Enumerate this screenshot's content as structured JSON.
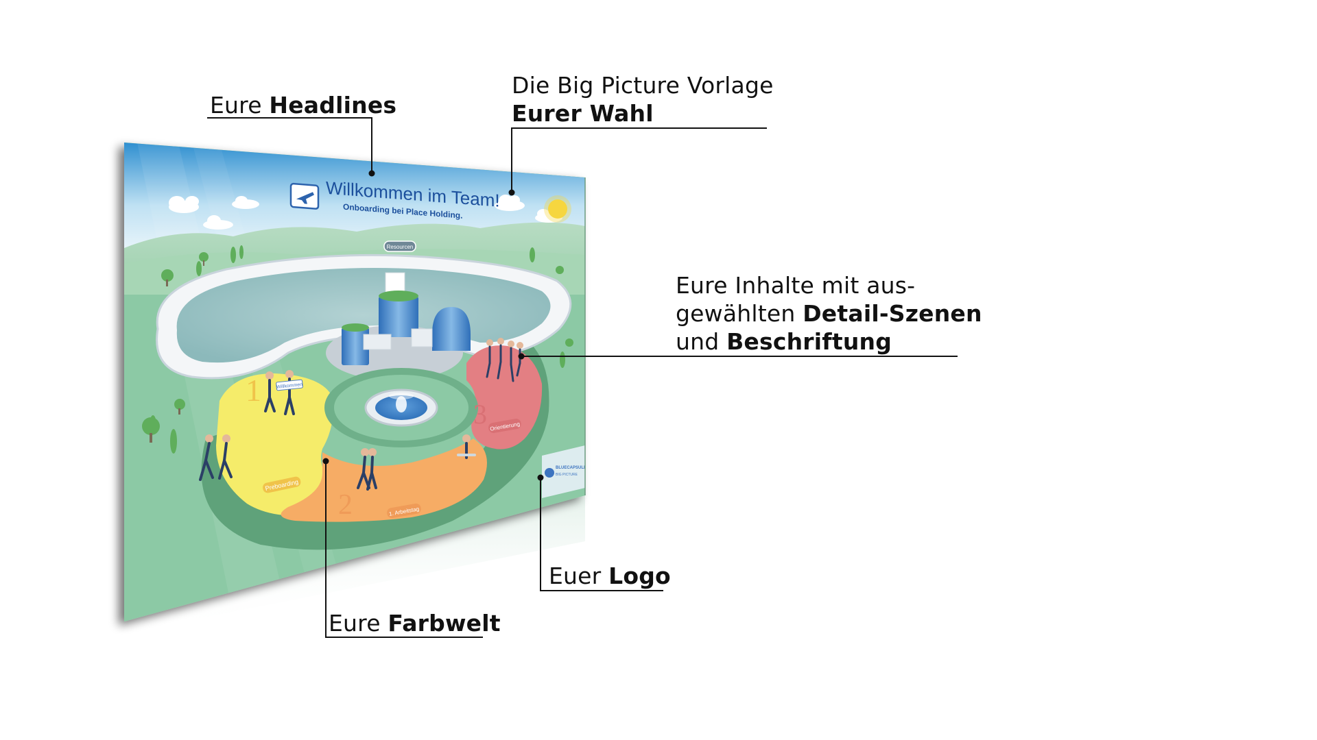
{
  "board": {
    "title": "Willkommen im Team!",
    "subtitle": "Onboarding bei Place Holding.",
    "resources_tag": "Resourcen",
    "stage1_number": "1",
    "stage2_number": "2",
    "stage3_number": "3",
    "stage1_label": "Preboarding",
    "stage2_label": "1. Arbeitstag",
    "stage3_label": "Orientierung",
    "welcome_sign": "Willkommen",
    "logo_line1": "BLUECAPSULE",
    "logo_line2": "BIG PICTURE"
  },
  "annotations": {
    "headlines": {
      "normal": "Eure ",
      "bold": "Headlines"
    },
    "template": {
      "line1": "Die Big Picture Vorlage",
      "line2_bold": "Eurer Wahl"
    },
    "contents": {
      "line1": "Eure Inhalte mit aus-",
      "line2_normal": "gewählten ",
      "line2_bold": "Detail-Szenen",
      "line3_normal": "und ",
      "line3_bold": "Beschriftung"
    },
    "logo": {
      "normal": "Euer ",
      "bold": "Logo"
    },
    "colors": {
      "normal": "Eure ",
      "bold": "Farbwelt"
    }
  },
  "colors": {
    "sky_top": "#2f8fd0",
    "sky_bottom": "#e8f4fb",
    "grass": "#8cc9a5",
    "dark_ring": "#5fa27a",
    "lake": "#9fc5c6",
    "yellow_zone": "#f5ec6a",
    "orange_zone": "#f6ac65",
    "red_zone": "#e37f83",
    "title_blue": "#1b4f9c",
    "line_black": "#111111"
  }
}
